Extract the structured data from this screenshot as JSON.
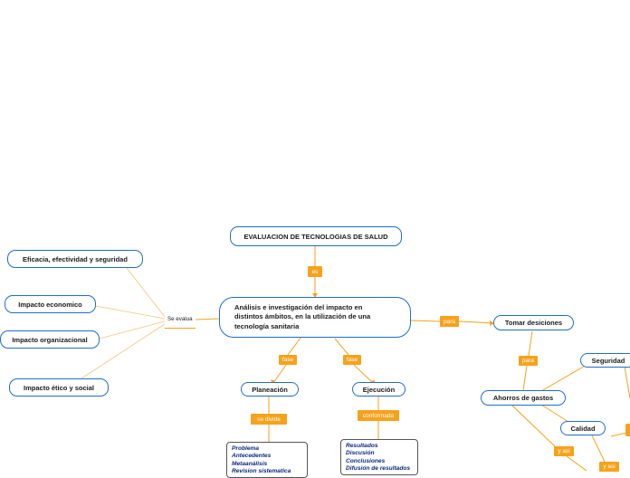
{
  "title_node": "EVALUACION DE TECNOLOGIAS DE SALUD",
  "main_node": {
    "lines": [
      "Análisis e investigación del impacto en",
      "distintos ámbitos, en la utilización de una",
      "tecnología sanitaria"
    ]
  },
  "left_topic": "Se evalua",
  "left_nodes": [
    "Eficacia, efectividad y seguridad",
    "Impacto economico",
    "Impacto organizacional",
    "Impacto ético y social"
  ],
  "link_labels": {
    "es": "es",
    "para": "para",
    "fase_left": "fase",
    "fase_right": "fase",
    "se_divide": "se divide",
    "conformada": "conformada",
    "para_2": "para",
    "y_asi_1": "y asi",
    "y_asi_2": "y asi"
  },
  "nodes": {
    "planeacion": "Planeación",
    "ejecucion": "Ejecución",
    "tomar_decisiones": "Tomar desiciones",
    "ahorros": "Ahorros de gastos",
    "seguridad": "Seguridad",
    "calidad": "Calidad"
  },
  "planeacion_items": [
    "Problema",
    "Antecedentes",
    "Metaanálisis",
    "Revision sistematica"
  ],
  "ejecucion_items": [
    "Resultados",
    "Discusión",
    "Conclusiones",
    "Difusión de resultados"
  ],
  "colors": {
    "node_border": "#1f6fc6",
    "connector": "#f7a21b",
    "label_fill": "#f7a21b",
    "list_text": "#0b2a7a"
  }
}
